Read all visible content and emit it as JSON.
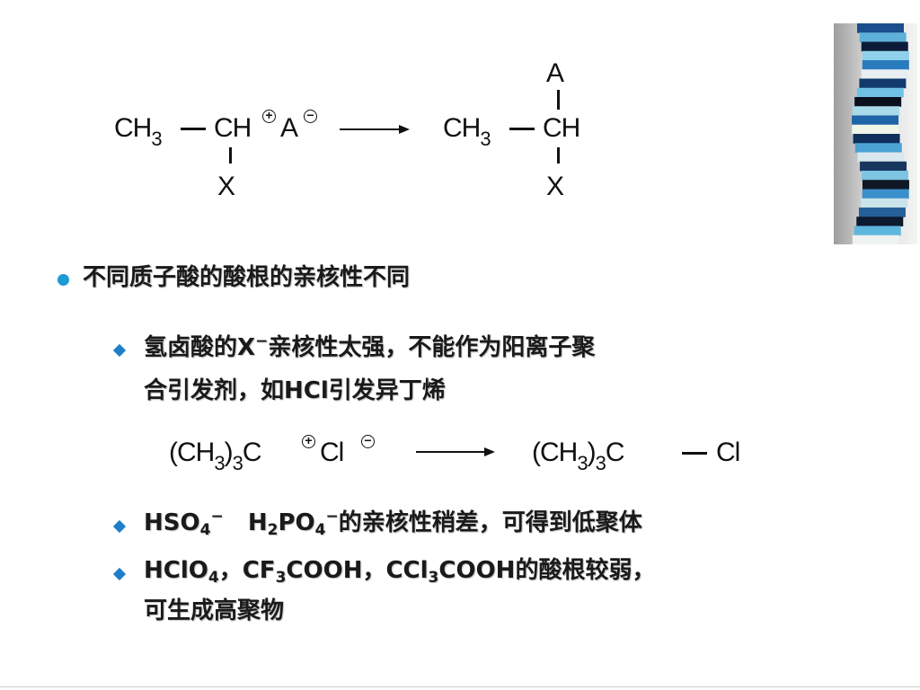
{
  "reaction1": {
    "left": {
      "ch3": "CH",
      "ch3_sub": "3",
      "ch": "CH",
      "anion": "A",
      "x": "X"
    },
    "right": {
      "ch3": "CH",
      "ch3_sub": "3",
      "ch": "CH",
      "a_top": "A",
      "x": "X"
    }
  },
  "reaction2": {
    "left": {
      "open": "(CH",
      "sub1": "3",
      "close": ")",
      "sub2": "3",
      "c": "C",
      "cl": "Cl"
    },
    "right": {
      "open": "(CH",
      "sub1": "3",
      "close": ")",
      "sub2": "3",
      "c": "C",
      "cl": "Cl"
    }
  },
  "bullets": {
    "b1": "不同质子酸的酸根的亲核性不同",
    "b2": {
      "line1_pre": "氢卤酸的",
      "line1_x": "X",
      "line1_post": "亲核性太强，不能作为阳离子聚",
      "line2_pre": "合引发剂，如",
      "line2_hcl": "HCl",
      "line2_post": "引发异丁烯"
    },
    "b3": {
      "a": "HSO",
      "a_sub": "4",
      "b": "H",
      "b_sub1": "2",
      "b_mid": "PO",
      "b_sub2": "4",
      "post": "的亲核性稍差，可得到低聚体"
    },
    "b4": {
      "a": "HClO",
      "a_sub": "4",
      "sep1": "，",
      "b": "CF",
      "b_sub": "3",
      "b_post": "COOH",
      "sep2": "，",
      "c": "CCl",
      "c_sub": "3",
      "c_post": "COOH",
      "post": "的酸根较弱，",
      "line2": "可生成高聚物"
    }
  },
  "colors": {
    "bullet": "#1e9ad6",
    "diamond": "#1e7fc8",
    "text": "#1a1a1a"
  },
  "ribbon_colors": [
    "#1a4e8c",
    "#5fb0d8",
    "#0d1b3a",
    "#8fd0ea",
    "#2a7bbd",
    "#e8eef2",
    "#123a6b",
    "#6ec1e4",
    "#0b0f1e",
    "#a7dbe9",
    "#1f63a8",
    "#f1f4e9",
    "#0f2f5c",
    "#4aa3d4",
    "#d9e7ee",
    "#18375f",
    "#7dc5e3",
    "#101826",
    "#3b8fcb",
    "#c9e3ea",
    "#245f9a",
    "#0e1a30",
    "#5eb6df",
    "#eef2f0"
  ]
}
